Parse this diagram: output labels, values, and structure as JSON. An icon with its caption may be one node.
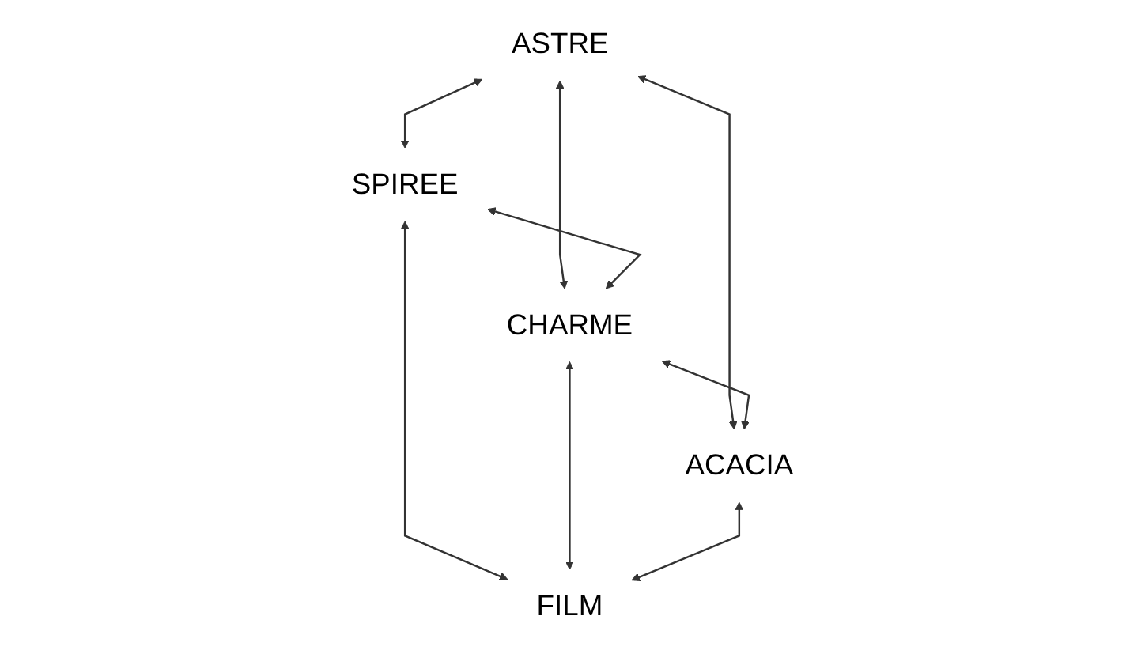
{
  "diagram": {
    "nodes": [
      {
        "text": [
          "ASTRE"
        ]
      },
      {
        "text": [
          "SPIREE"
        ]
      },
      {
        "text": [
          "CHARME"
        ]
      },
      {
        "text": [
          "ACACIA"
        ]
      },
      {
        "text": [
          "FILM"
        ]
      }
    ],
    "edges": [
      {
        "from": 0,
        "to": 1,
        "arrow": "both"
      },
      {
        "from": 0,
        "to": 3,
        "arrow": "both"
      },
      {
        "from": 0,
        "to": 2,
        "arrow": "both"
      },
      {
        "from": 1,
        "to": 2,
        "arrow": "both"
      },
      {
        "from": 1,
        "to": 4,
        "arrow": "both"
      },
      {
        "from": 2,
        "to": 3,
        "arrow": "both"
      },
      {
        "from": 2,
        "to": 4,
        "arrow": "both"
      },
      {
        "from": 3,
        "to": 4,
        "arrow": "both"
      }
    ]
  }
}
